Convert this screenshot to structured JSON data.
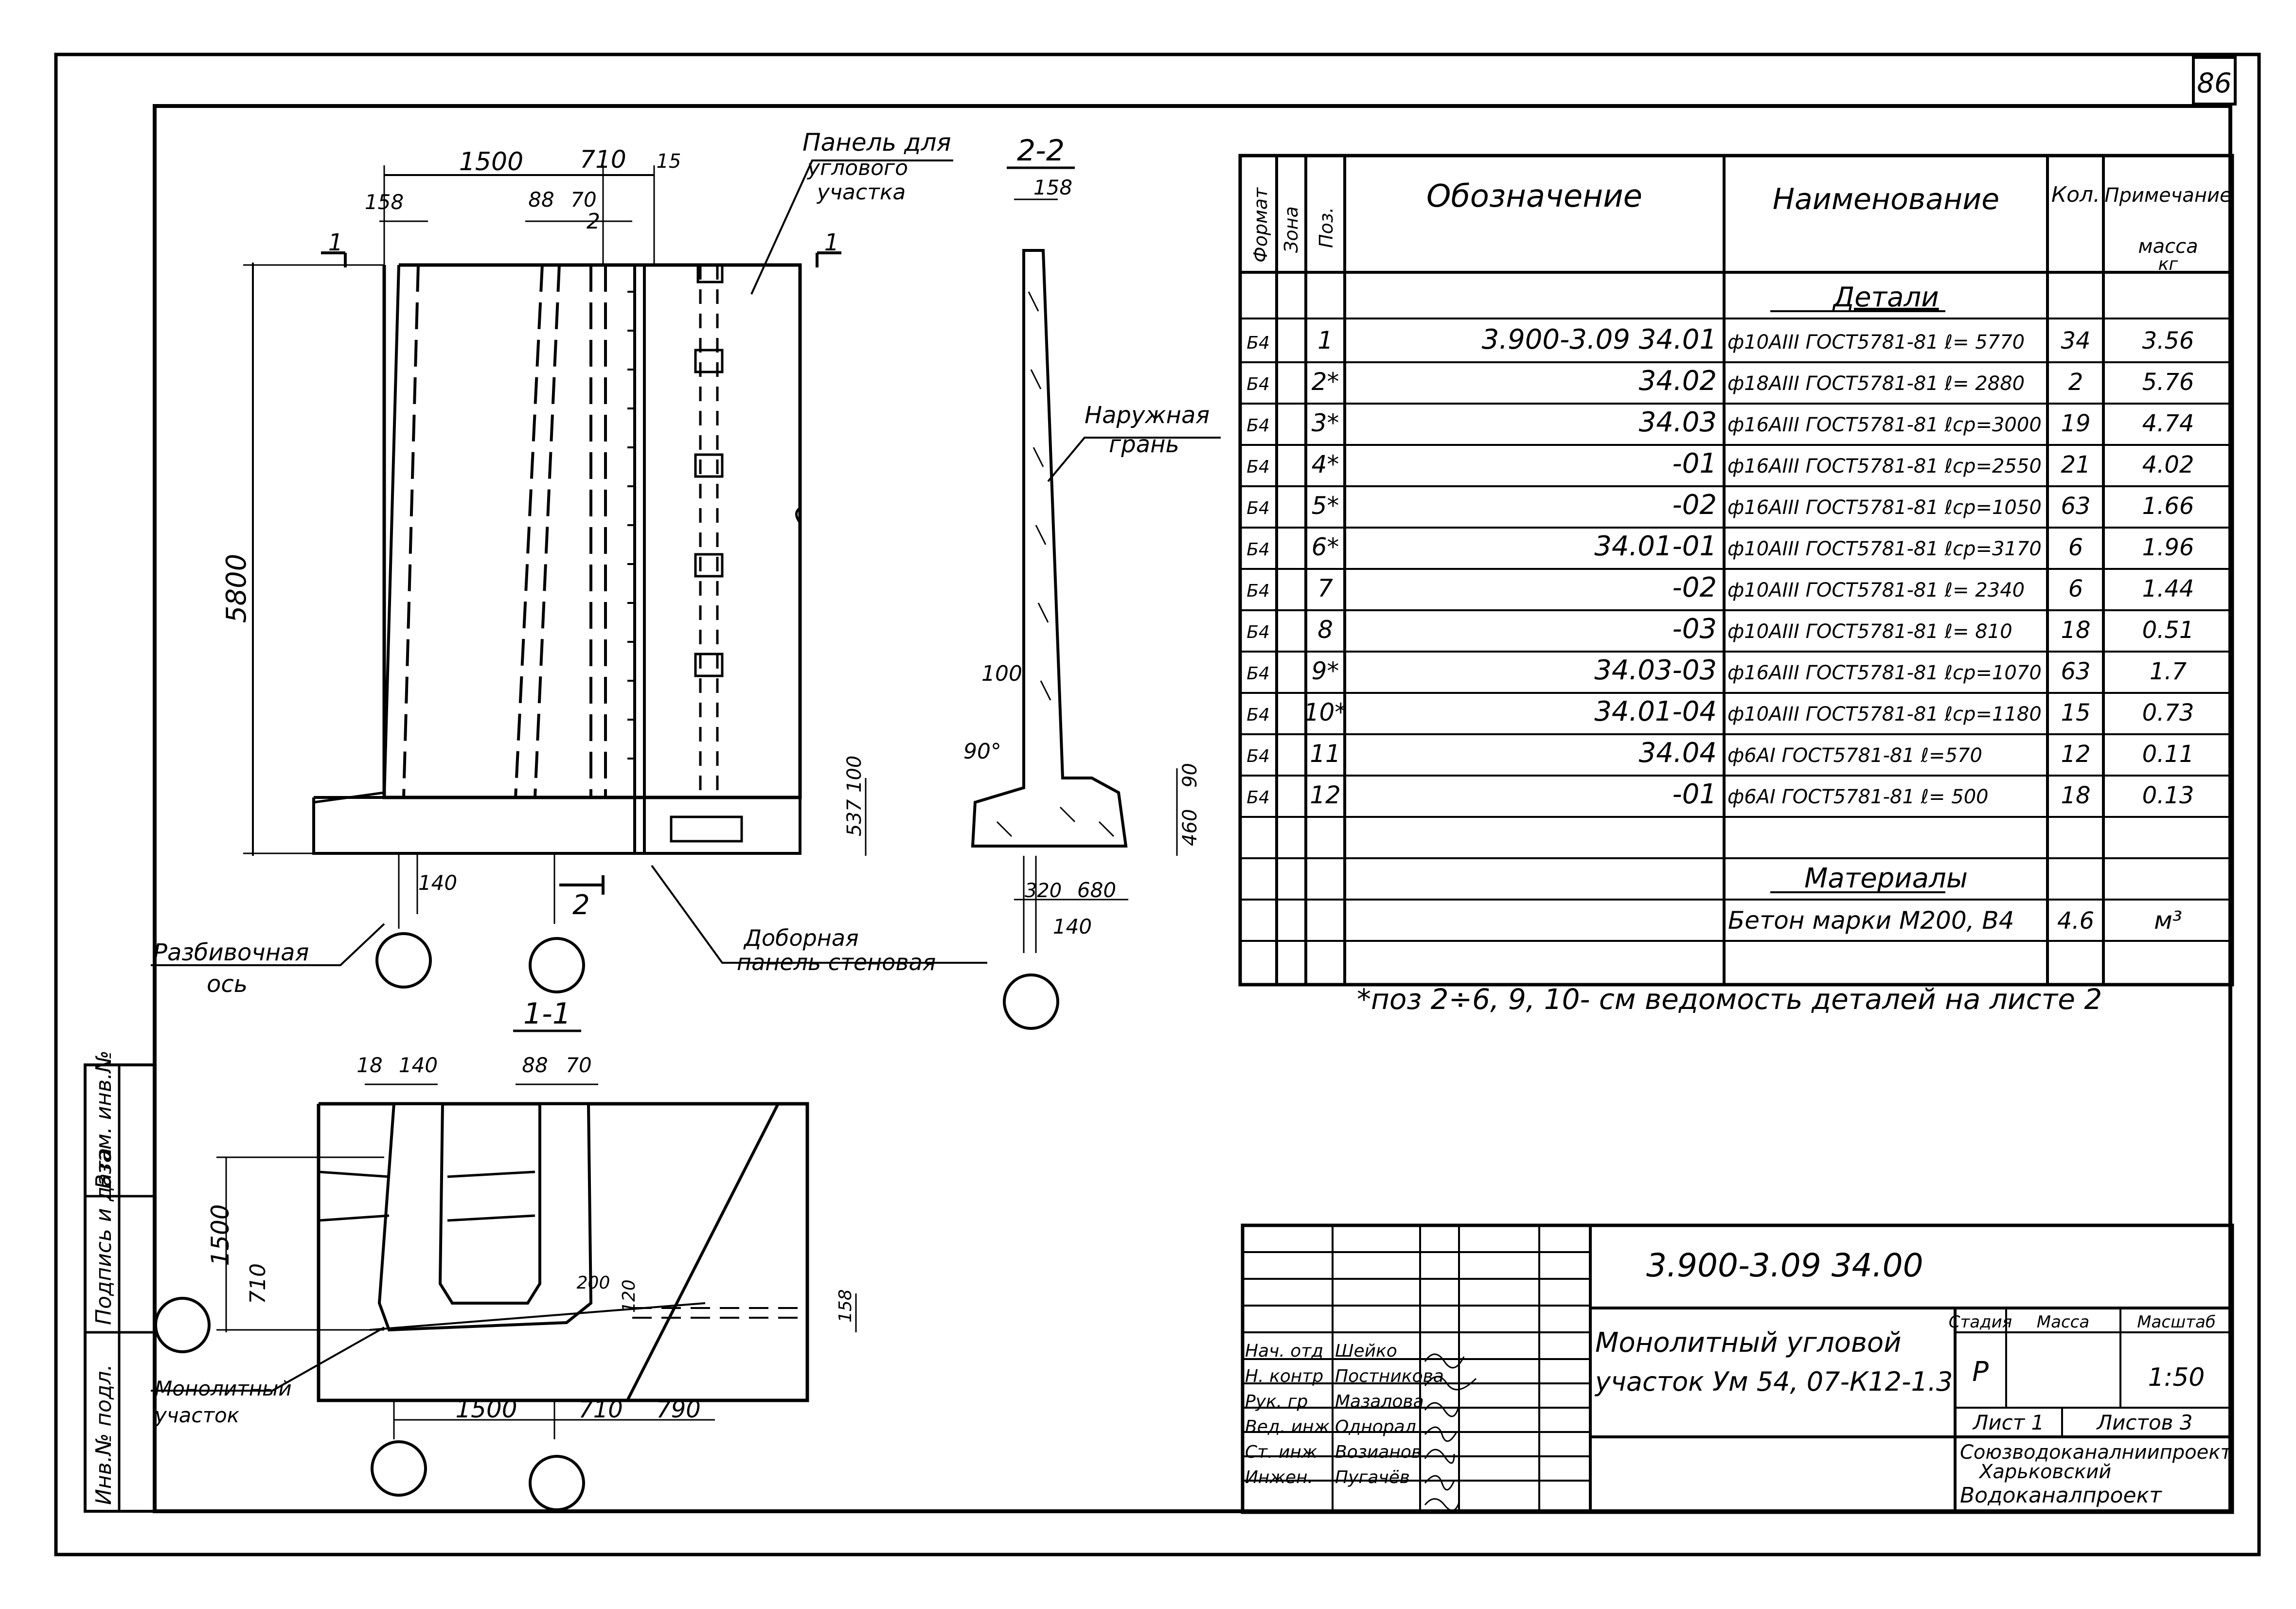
{
  "sheet_number": "86",
  "panel_labels": {
    "corner_panel": [
      "Панель для",
      "углового",
      "участка"
    ],
    "outer_face": [
      "Наружная",
      "грань"
    ],
    "layout_axis": [
      "Разбивочная",
      "ось"
    ],
    "extra_panel": [
      "Доборная",
      "панель стеновая"
    ],
    "monolithic": [
      "Монолитный",
      "участок"
    ]
  },
  "section_labels": {
    "s22": "2-2",
    "s11": "1-1",
    "mark1": "1",
    "mark2": "2"
  },
  "dims": {
    "elev_top": [
      "1500",
      "710",
      "15",
      "158",
      "88",
      "70",
      "2"
    ],
    "elev_height": "5800",
    "elev_bottom": "140",
    "sec22": [
      "158",
      "100",
      "90°",
      "537",
      "100",
      "90",
      "460",
      "320",
      "680",
      "140"
    ],
    "sec11_top": [
      "18",
      "140",
      "88",
      "70"
    ],
    "sec11_left": [
      "1500",
      "710"
    ],
    "sec11_inner": [
      "200",
      "120",
      "158"
    ],
    "sec11_bottom": [
      "1500",
      "710",
      "790"
    ]
  },
  "spec": {
    "headers": {
      "format": "Формат",
      "zone": "Зона",
      "pos": "Поз.",
      "designation": "Обозначение",
      "name": "Наименование",
      "qty": "Кол.",
      "note": "Примечание"
    },
    "note_sub": [
      "масса",
      "кг"
    ],
    "section_details": "Детали",
    "section_materials": "Материалы",
    "rows": [
      {
        "fmt": "Б4",
        "pos": "1",
        "des": "3.900-3.09 34.01",
        "name": "ф10АIII ГОСТ5781-81 ℓ= 5770",
        "qty": "34",
        "note": "3.56"
      },
      {
        "fmt": "Б4",
        "pos": "2*",
        "des": "34.02",
        "name": "ф18АIII ГОСТ5781-81 ℓ= 2880",
        "qty": "2",
        "note": "5.76"
      },
      {
        "fmt": "Б4",
        "pos": "3*",
        "des": "34.03",
        "name": "ф16АIII ГОСТ5781-81 ℓср=3000",
        "qty": "19",
        "note": "4.74"
      },
      {
        "fmt": "Б4",
        "pos": "4*",
        "des": "-01",
        "name": "ф16АIII ГОСТ5781-81 ℓср=2550",
        "qty": "21",
        "note": "4.02"
      },
      {
        "fmt": "Б4",
        "pos": "5*",
        "des": "-02",
        "name": "ф16АIII ГОСТ5781-81 ℓср=1050",
        "qty": "63",
        "note": "1.66"
      },
      {
        "fmt": "Б4",
        "pos": "6*",
        "des": "34.01-01",
        "name": "ф10АIII ГОСТ5781-81 ℓср=3170",
        "qty": "6",
        "note": "1.96"
      },
      {
        "fmt": "Б4",
        "pos": "7",
        "des": "-02",
        "name": "ф10АIII ГОСТ5781-81 ℓ= 2340",
        "qty": "6",
        "note": "1.44"
      },
      {
        "fmt": "Б4",
        "pos": "8",
        "des": "-03",
        "name": "ф10АIII ГОСТ5781-81 ℓ= 810",
        "qty": "18",
        "note": "0.51"
      },
      {
        "fmt": "Б4",
        "pos": "9*",
        "des": "34.03-03",
        "name": "ф16АIII ГОСТ5781-81 ℓср=1070",
        "qty": "63",
        "note": "1.7"
      },
      {
        "fmt": "Б4",
        "pos": "10*",
        "des": "34.01-04",
        "name": "ф10АIII ГОСТ5781-81 ℓср=1180",
        "qty": "15",
        "note": "0.73"
      },
      {
        "fmt": "Б4",
        "pos": "11",
        "des": "34.04",
        "name": "ф6АI ГОСТ5781-81 ℓ=570",
        "qty": "12",
        "note": "0.11"
      },
      {
        "fmt": "Б4",
        "pos": "12",
        "des": "-01",
        "name": "ф6АI ГОСТ5781-81 ℓ= 500",
        "qty": "18",
        "note": "0.13"
      }
    ],
    "material": {
      "name": "Бетон марки М200, В4",
      "qty": "4.6",
      "note": "м³"
    }
  },
  "footnote": "*поз 2÷6, 9, 10- см ведомость деталей на листе 2",
  "side_stamp": [
    "Инв.№ подл.",
    "Подпись и дата",
    "Взам. инв.№"
  ],
  "title_block": {
    "code": "3.900-3.09 34.00",
    "title_line1": "Монолитный угловой",
    "title_line2": "участок Ум 54, 07-К12-1.3",
    "stage_label": "Стадия",
    "mass_label": "Масса",
    "scale_label": "Масштаб",
    "stage": "Р",
    "scale": "1:50",
    "sheet": "Лист 1",
    "sheets": "Листов 3",
    "org1": "Союзводоканалниипроект",
    "org2": "Харьковский",
    "org3": "Водоканалпроект",
    "people": [
      {
        "role": "Нач. отд",
        "name": "Шейко"
      },
      {
        "role": "Н. контр",
        "name": "Постникова"
      },
      {
        "role": "Рук. гр",
        "name": "Мазалова"
      },
      {
        "role": "Вед. инж",
        "name": "Однорал"
      },
      {
        "role": "Ст. инж",
        "name": "Возианов"
      },
      {
        "role": "Инжен.",
        "name": "Пугачёв"
      }
    ]
  }
}
